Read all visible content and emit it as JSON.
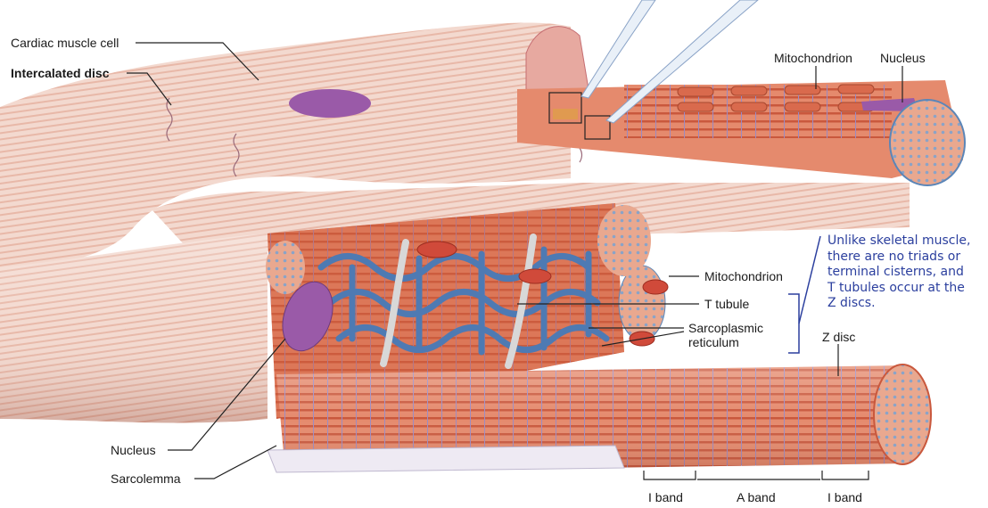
{
  "labels": {
    "cardiac_muscle_cell": "Cardiac muscle cell",
    "intercalated_disc": "Intercalated disc",
    "mitochondrion_top": "Mitochondrion",
    "nucleus_top": "Nucleus",
    "mitochondrion": "Mitochondrion",
    "t_tubule": "T tubule",
    "sarcoplasmic_line1": "Sarcoplasmic",
    "sarcoplasmic_line2": "reticulum",
    "z_disc": "Z disc",
    "nucleus": "Nucleus",
    "sarcolemma": "Sarcolemma",
    "i_band_left": "I band",
    "a_band": "A band",
    "i_band_right": "I band"
  },
  "note": {
    "line1": "Unlike skeletal muscle,",
    "line2": "there are no triads or",
    "line3": "terminal cisterns, and",
    "line4": "T tubules occur at the",
    "line5": "Z discs."
  },
  "colors": {
    "muscle_light": "#f1d3c8",
    "muscle": "#e8967a",
    "muscle_dark": "#c2553a",
    "reticulum": "#5b86b8",
    "t_tubule": "#dcdcdc",
    "nucleus": "#9a5aa8",
    "annotation": "#2b3f9e"
  }
}
